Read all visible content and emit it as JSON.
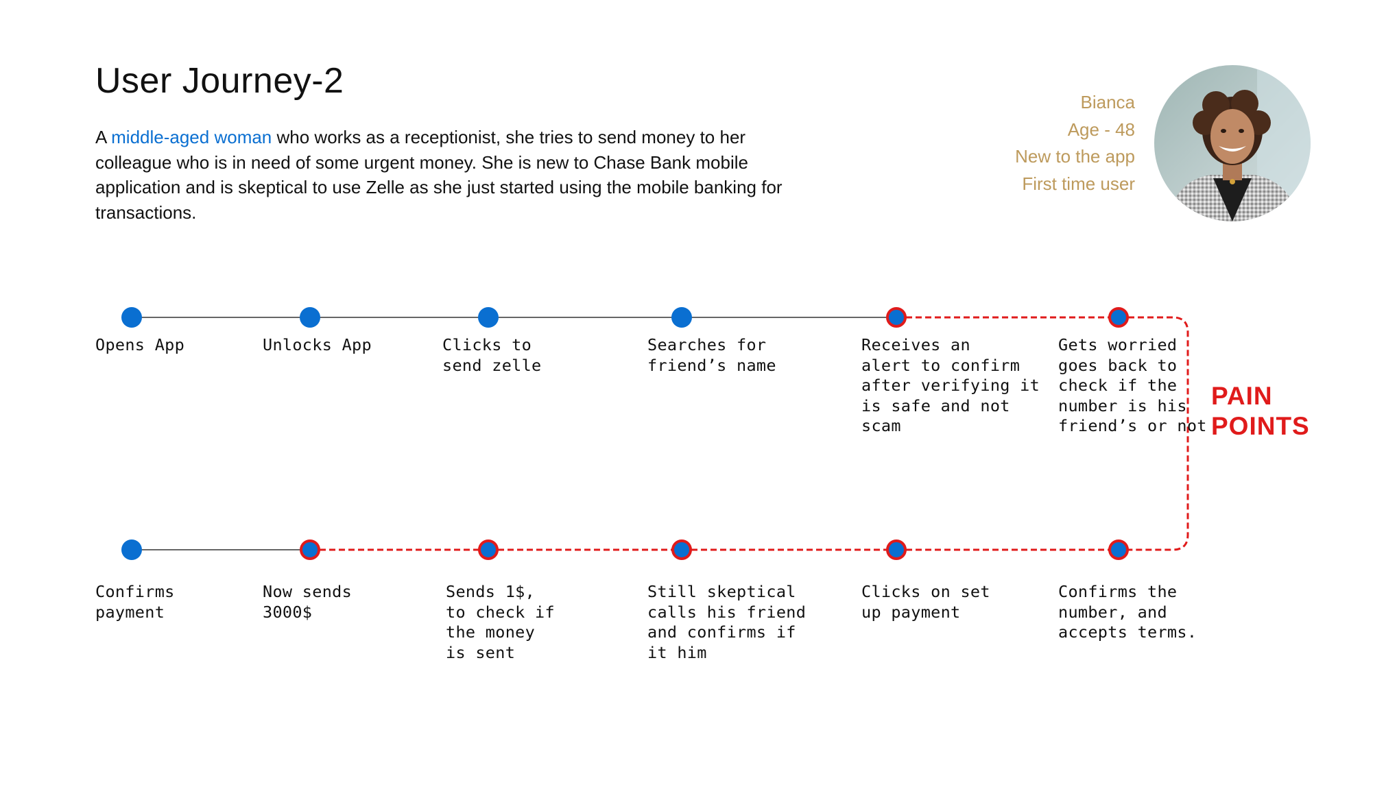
{
  "header": {
    "title": "User Journey-2"
  },
  "description": {
    "prefix": "A ",
    "highlight": "middle-aged woman",
    "suffix": " who works as a receptionist, she tries to send money to her colleague who is in need of some urgent money. She is new to Chase Bank mobile application and is skeptical to use Zelle as she just started using the mobile banking for transactions."
  },
  "persona": {
    "name": "Bianca",
    "age": "Age - 48",
    "status": "New to the app",
    "user_type": "First time user"
  },
  "journey": {
    "top_row": [
      {
        "lines": [
          "Opens App"
        ],
        "pain": false
      },
      {
        "lines": [
          "Unlocks App"
        ],
        "pain": false
      },
      {
        "lines": [
          "Clicks to",
          "send zelle"
        ],
        "pain": false
      },
      {
        "lines": [
          "Searches for",
          "friend’s name"
        ],
        "pain": false
      },
      {
        "lines": [
          "Receives an",
          "alert to confirm",
          "after verifying it",
          "is safe and not",
          "scam"
        ],
        "pain": true
      },
      {
        "lines": [
          "Gets worried",
          "goes back to",
          "check if the",
          "number is his",
          "friend’s or not"
        ],
        "pain": true
      }
    ],
    "bottom_row": [
      {
        "lines": [
          "Confirms",
          "payment"
        ],
        "pain": false
      },
      {
        "lines": [
          "Now sends",
          "3000$"
        ],
        "pain": true
      },
      {
        "lines": [
          "Sends 1$,",
          "to check if",
          "the money",
          "is sent"
        ],
        "pain": true
      },
      {
        "lines": [
          "Still skeptical",
          "calls his friend",
          "and confirms if",
          "it him"
        ],
        "pain": true
      },
      {
        "lines": [
          "Clicks on set",
          "up payment"
        ],
        "pain": true
      },
      {
        "lines": [
          "Confirms the",
          "number, and",
          "accepts terms."
        ],
        "pain": true
      }
    ],
    "pain_label_line1": "PAIN",
    "pain_label_line2": "POINTS"
  },
  "colors": {
    "node_fill": "#0a6fd1",
    "pain_outline": "#e01b1b",
    "connector": "#333333",
    "highlight_text": "#0a6fd1",
    "persona_text": "#bd9a5c"
  },
  "icons": {
    "avatar": "persona-photo"
  }
}
